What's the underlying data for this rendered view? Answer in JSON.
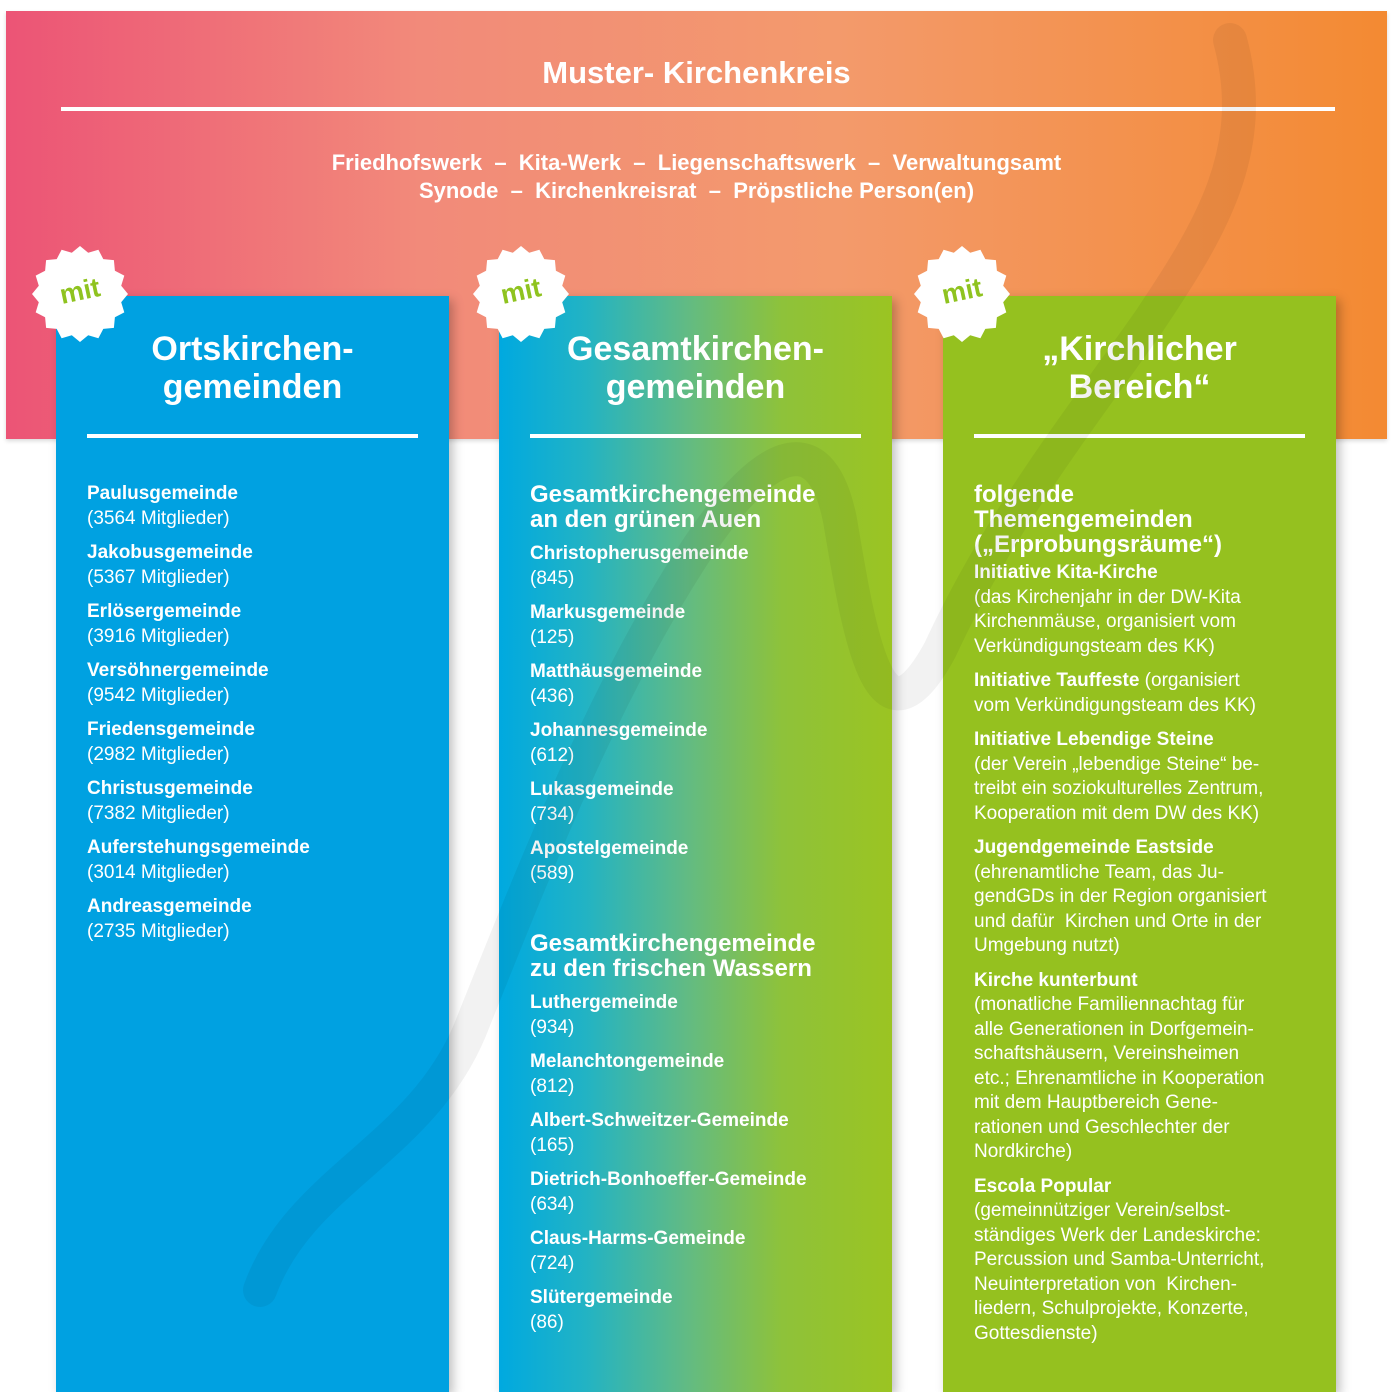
{
  "header": {
    "title": "Muster- Kirchenkreis",
    "line1": "Friedhofswerk  –  Kita-Werk  –  Liegenschaftswerk  –  Verwaltungsamt",
    "line2": "Synode  –  Kirchenkreisrat  –  Pröpstliche Person(en)"
  },
  "colors": {
    "badge_text": "#8fc31f",
    "blue": "#00a1e1",
    "green": "#95c11f"
  },
  "columns": [
    {
      "badge": "mit",
      "title_line1": "Ortskirchen-",
      "title_line2": "gemeinden",
      "items": [
        {
          "name": "Paulusgemeinde",
          "detail": "(3564 Mitglieder)"
        },
        {
          "name": "Jakobusgemeinde",
          "detail": "(5367 Mitglieder)"
        },
        {
          "name": "Erlösergemeinde",
          "detail": "(3916 Mitglieder)"
        },
        {
          "name": "Versöhnergemeinde",
          "detail": "(9542 Mitglieder)"
        },
        {
          "name": "Friedensgemeinde",
          "detail": "(2982 Mitglieder)"
        },
        {
          "name": "Christusgemeinde",
          "detail": "(7382 Mitglieder)"
        },
        {
          "name": "Auferstehungsgemeinde",
          "detail": "(3014 Mitglieder)"
        },
        {
          "name": "Andreasgemeinde",
          "detail": "(2735 Mitglieder)"
        }
      ]
    },
    {
      "badge": "mit",
      "title_line1": "Gesamtkirchen-",
      "title_line2": "gemeinden",
      "groups": [
        {
          "title_line1": "Gesamtkirchengemeinde",
          "title_line2": "an den grünen Auen",
          "items": [
            {
              "name": "Christopherusgemeinde",
              "detail": "(845)"
            },
            {
              "name": "Markusgemeinde",
              "detail": "(125)"
            },
            {
              "name": "Matthäusgemeinde",
              "detail": "(436)"
            },
            {
              "name": "Johannesgemeinde",
              "detail": "(612)"
            },
            {
              "name": "Lukasgemeinde",
              "detail": "(734)"
            },
            {
              "name": "Apostelgemeinde",
              "detail": "(589)"
            }
          ]
        },
        {
          "title_line1": "Gesamtkirchengemeinde",
          "title_line2": "zu den frischen Wassern",
          "items": [
            {
              "name": "Luthergemeinde",
              "detail": "(934)"
            },
            {
              "name": "Melanchtongemeinde",
              "detail": "(812)"
            },
            {
              "name": "Albert-Schweitzer-Gemeinde",
              "detail": "(165)"
            },
            {
              "name": "Dietrich-Bonhoeffer-Gemeinde",
              "detail": "(634)"
            },
            {
              "name": "Claus-Harms-Gemeinde",
              "detail": "(724)"
            },
            {
              "name": "Slütergemeinde",
              "detail": "(86)"
            }
          ]
        }
      ]
    },
    {
      "badge": "mit",
      "title_line1": "„Kirchlicher",
      "title_line2": "Bereich“",
      "group_title_lines": [
        "folgende",
        "Themengemeinden",
        "(„Erprobungsräume“)"
      ],
      "items": [
        {
          "name": "Initiative Kita-Kirche",
          "detail_lines": [
            "(das Kirchenjahr in der DW-Kita",
            "Kirchenmäuse, organisiert vom",
            "Verkündigungsteam des KK)"
          ]
        },
        {
          "name": "Initiative Tauffeste",
          "inline": " (organisiert",
          "detail_lines": [
            "vom Verkündigungsteam des KK)"
          ]
        },
        {
          "name": "Initiative Lebendige Steine",
          "detail_lines": [
            "(der Verein „lebendige Steine“ be-",
            "treibt ein soziokulturelles Zentrum,",
            "Kooperation mit dem DW des KK)"
          ]
        },
        {
          "name": "Jugendgemeinde Eastside",
          "detail_lines": [
            "(ehrenamtliche Team, das Ju-",
            "gendGDs in der Region organisiert",
            "und dafür  Kirchen und Orte in der",
            "Umgebung nutzt)"
          ]
        },
        {
          "name": "Kirche kunterbunt",
          "detail_lines": [
            "(monatliche Familiennachtag für",
            "alle Generationen in Dorfgemein-",
            "schaftshäusern, Vereinsheimen",
            "etc.; Ehrenamtliche in Kooperation",
            "mit dem Hauptbereich Gene-",
            "rationen und Geschlechter der",
            "Nordkirche)"
          ]
        },
        {
          "name": "Escola Popular",
          "detail_lines": [
            "(gemeinnütziger Verein/selbst-",
            "ständiges Werk der Landeskirche:",
            "Percussion und Samba-Unterricht,",
            "Neuinterpretation von  Kirchen-",
            "liedern, Schulprojekte, Konzerte,",
            "Gottesdienste)"
          ]
        }
      ]
    }
  ]
}
